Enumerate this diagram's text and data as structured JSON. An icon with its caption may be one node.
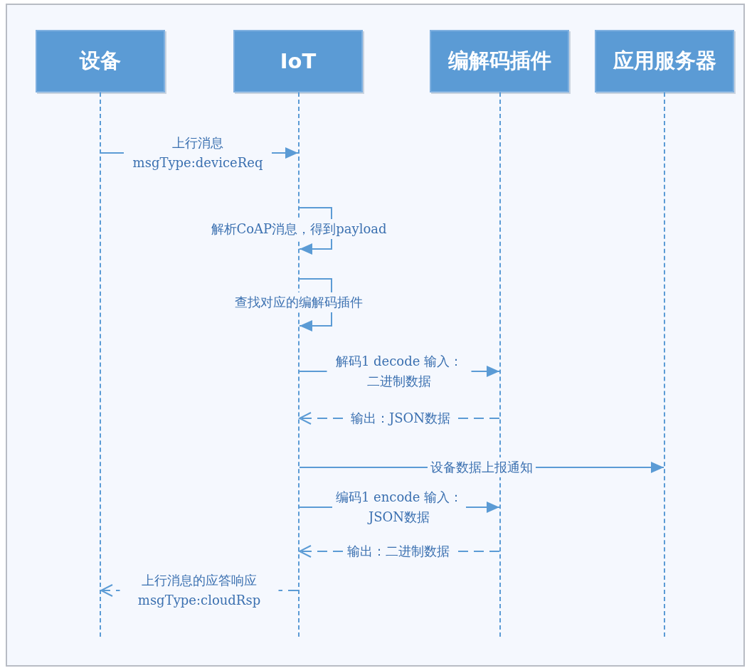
{
  "diagram": {
    "nodes": [
      {
        "text": [
          "设备"
        ]
      },
      {
        "text": [
          "IoT"
        ]
      },
      {
        "text": [
          "编解码插件"
        ]
      },
      {
        "text": [
          "应用服务器"
        ]
      },
      {
        "text": [],
        "shape": "bar"
      },
      {
        "text": [],
        "shape": "bar"
      },
      {
        "text": [],
        "shape": "bar"
      },
      {
        "text": [],
        "shape": "bar"
      }
    ],
    "edges": [
      {
        "from": 4,
        "to": 5,
        "arrow": "to",
        "label": "上行消息 msgType:deviceReq"
      },
      {
        "from": 5,
        "to": 5,
        "arrow": "to",
        "label": "解析CoAP消息，得到payload"
      },
      {
        "from": 5,
        "to": 5,
        "arrow": "to",
        "label": "查找对应的编解码插件"
      },
      {
        "from": 5,
        "to": 6,
        "arrow": "to",
        "label": "解码1 decode 输入：二进制数据"
      },
      {
        "from": 6,
        "to": 5,
        "arrow": "to",
        "style": "dashed",
        "label": "输出：JSON数据"
      },
      {
        "from": 5,
        "to": 7,
        "arrow": "to",
        "label": "设备数据上报通知"
      },
      {
        "from": 5,
        "to": 6,
        "arrow": "to",
        "label": "编码1 encode 输入：JSON数据"
      },
      {
        "from": 6,
        "to": 5,
        "arrow": "to",
        "style": "dashed",
        "label": "输出：二进制数据"
      },
      {
        "from": 5,
        "to": 4,
        "arrow": "to",
        "style": "dashed",
        "label": "上行消息的应答响应 msgType:cloudRsp"
      }
    ]
  }
}
